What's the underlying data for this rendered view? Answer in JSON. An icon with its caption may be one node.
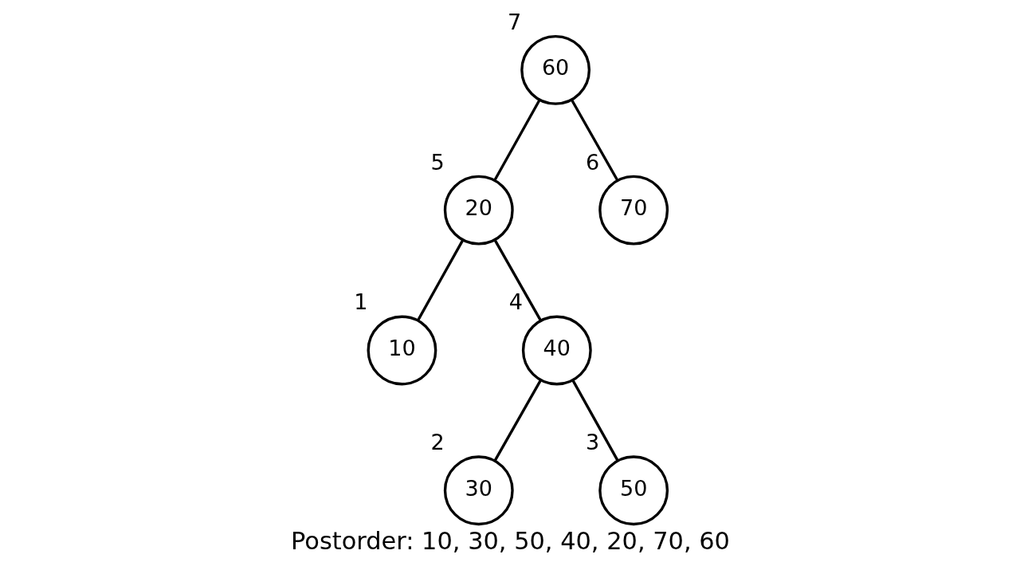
{
  "diagram": {
    "caption": "Postorder: 10, 30, 50, 40, 20, 70, 60",
    "nodes": [
      {
        "text": [
          "60"
        ],
        "beside": [
          "7"
        ]
      },
      {
        "text": [
          "20"
        ],
        "beside": [
          "5"
        ]
      },
      {
        "text": [
          "70"
        ],
        "beside": [
          "6"
        ]
      },
      {
        "text": [
          "10"
        ],
        "beside": [
          "1"
        ]
      },
      {
        "text": [
          "40"
        ],
        "beside": [
          "4"
        ]
      },
      {
        "text": [
          "30"
        ],
        "beside": [
          "2"
        ]
      },
      {
        "text": [
          "50"
        ],
        "beside": [
          "3"
        ]
      }
    ],
    "edges": [
      {
        "from": 0,
        "to": 1,
        "arrow": "none"
      },
      {
        "from": 0,
        "to": 2,
        "arrow": "none"
      },
      {
        "from": 1,
        "to": 3,
        "arrow": "none"
      },
      {
        "from": 1,
        "to": 4,
        "arrow": "none"
      },
      {
        "from": 4,
        "to": 5,
        "arrow": "none"
      },
      {
        "from": 4,
        "to": 6,
        "arrow": "none"
      }
    ]
  }
}
